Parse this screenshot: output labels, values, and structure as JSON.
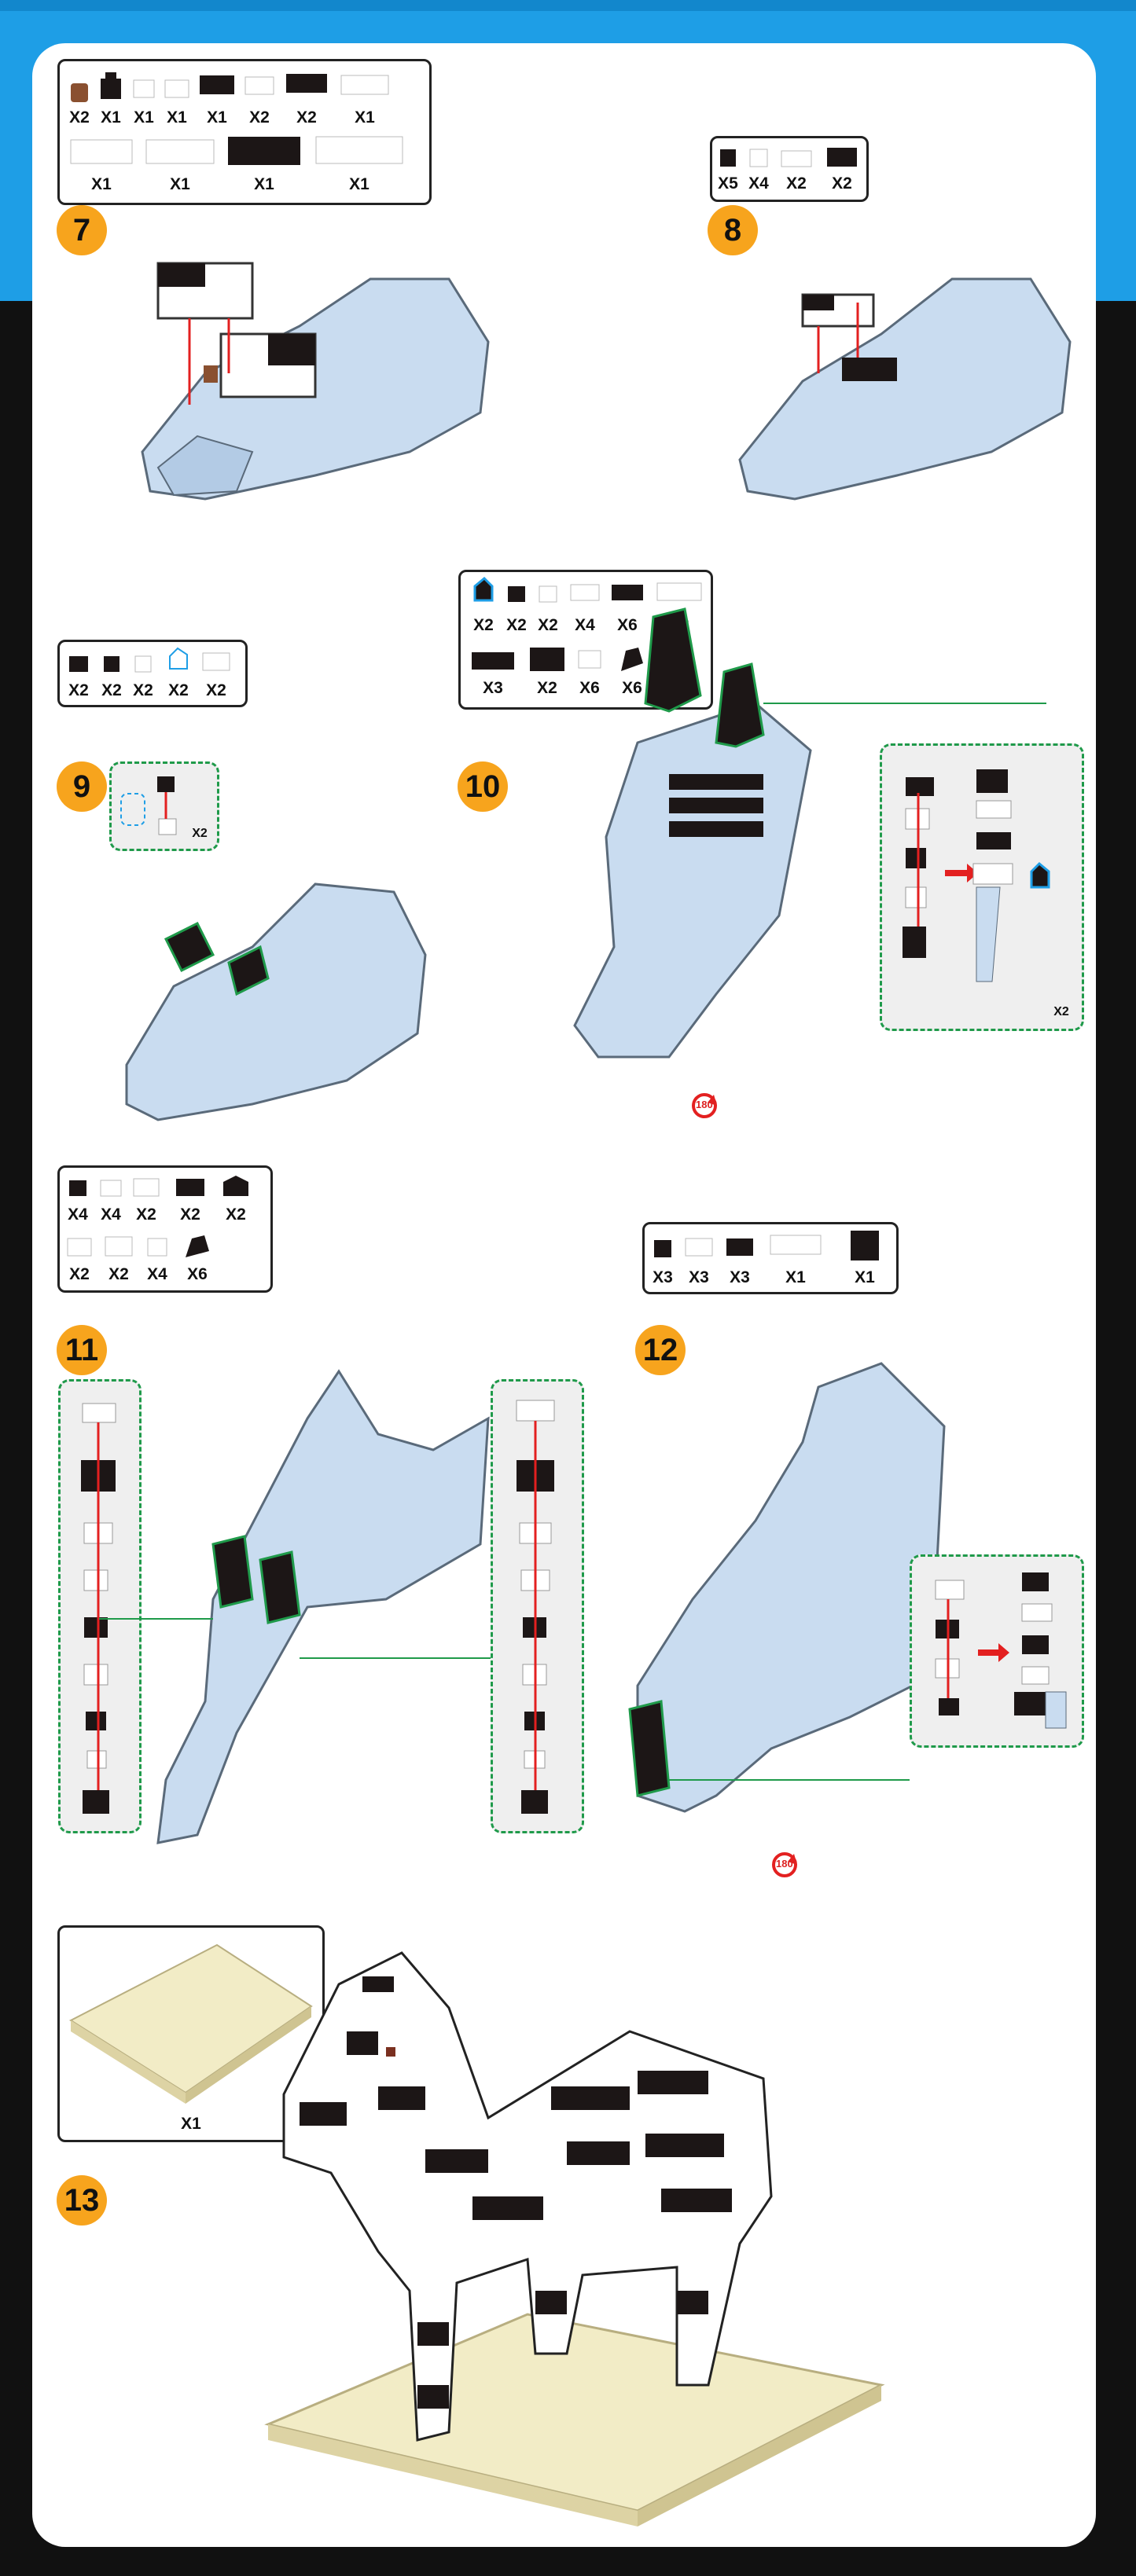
{
  "steps": [
    {
      "number": "7",
      "parts": [
        "X2",
        "X1",
        "X1",
        "X1",
        "X1",
        "X2",
        "X2",
        "X1",
        "X1",
        "X1",
        "X1",
        "X1"
      ]
    },
    {
      "number": "8",
      "parts": [
        "X5",
        "X4",
        "X2",
        "X2"
      ]
    },
    {
      "number": "9",
      "parts": [
        "X2",
        "X2",
        "X2",
        "X2",
        "X2"
      ],
      "callout": "X2"
    },
    {
      "number": "10",
      "parts": [
        "X2",
        "X2",
        "X2",
        "X4",
        "X6",
        "X3",
        "X3",
        "X2",
        "X6",
        "X6"
      ],
      "callout": "X2",
      "rotation": "180°"
    },
    {
      "number": "11",
      "parts": [
        "X4",
        "X4",
        "X2",
        "X2",
        "X2",
        "X2",
        "X2",
        "X4",
        "X6"
      ]
    },
    {
      "number": "12",
      "parts": [
        "X3",
        "X3",
        "X3",
        "X1",
        "X1"
      ],
      "rotation": "180°"
    },
    {
      "number": "13",
      "parts": [
        "X1"
      ]
    }
  ],
  "colors": {
    "accent_orange": "#f7a41d",
    "frame_blue": "#1e9ee6",
    "frame_black": "#111111",
    "brick_lightblue": "#c9dcf0",
    "brick_black": "#1c1616",
    "callout_green": "#1f9a4a",
    "arrow_red": "#e32020",
    "baseplate": "#f2ecc6"
  }
}
